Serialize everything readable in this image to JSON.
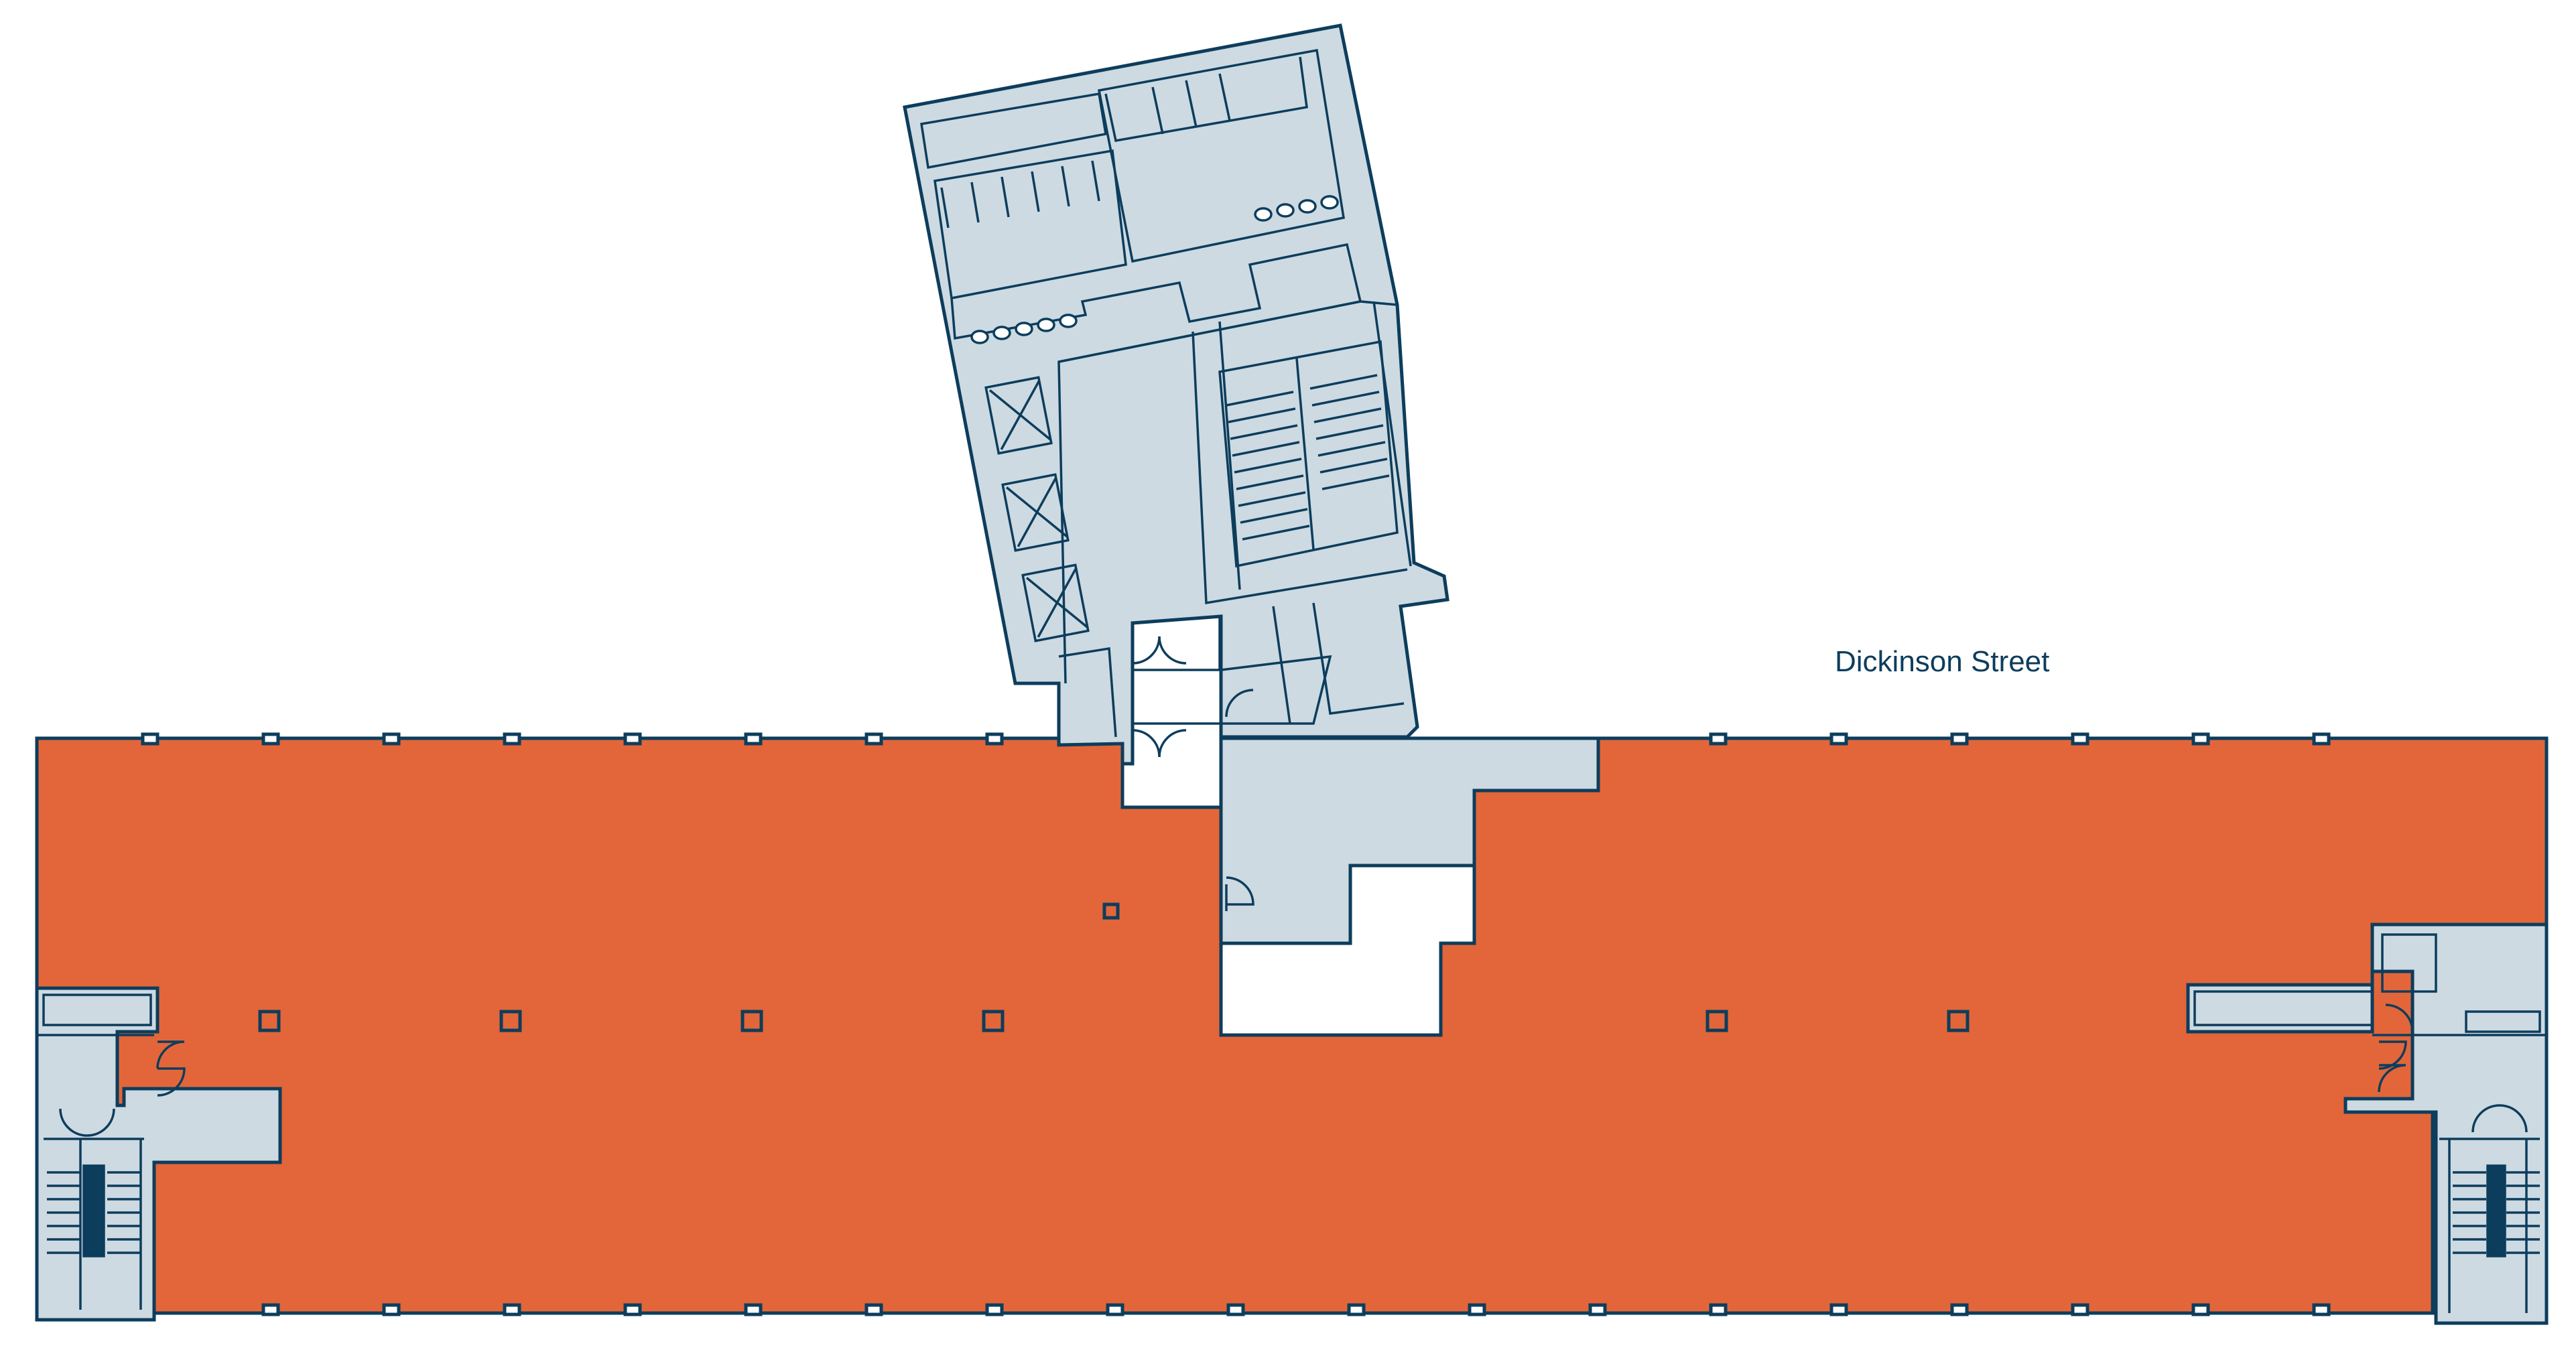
{
  "street_label": "Dickinson Street",
  "colors": {
    "available_space": "#e2663a",
    "core_space": "#cddae2",
    "outline": "#0d3d5c",
    "background": "#ffffff"
  },
  "legend": {
    "available_space": "orange-floor-area",
    "core_space": "blue-grey-core-area"
  }
}
